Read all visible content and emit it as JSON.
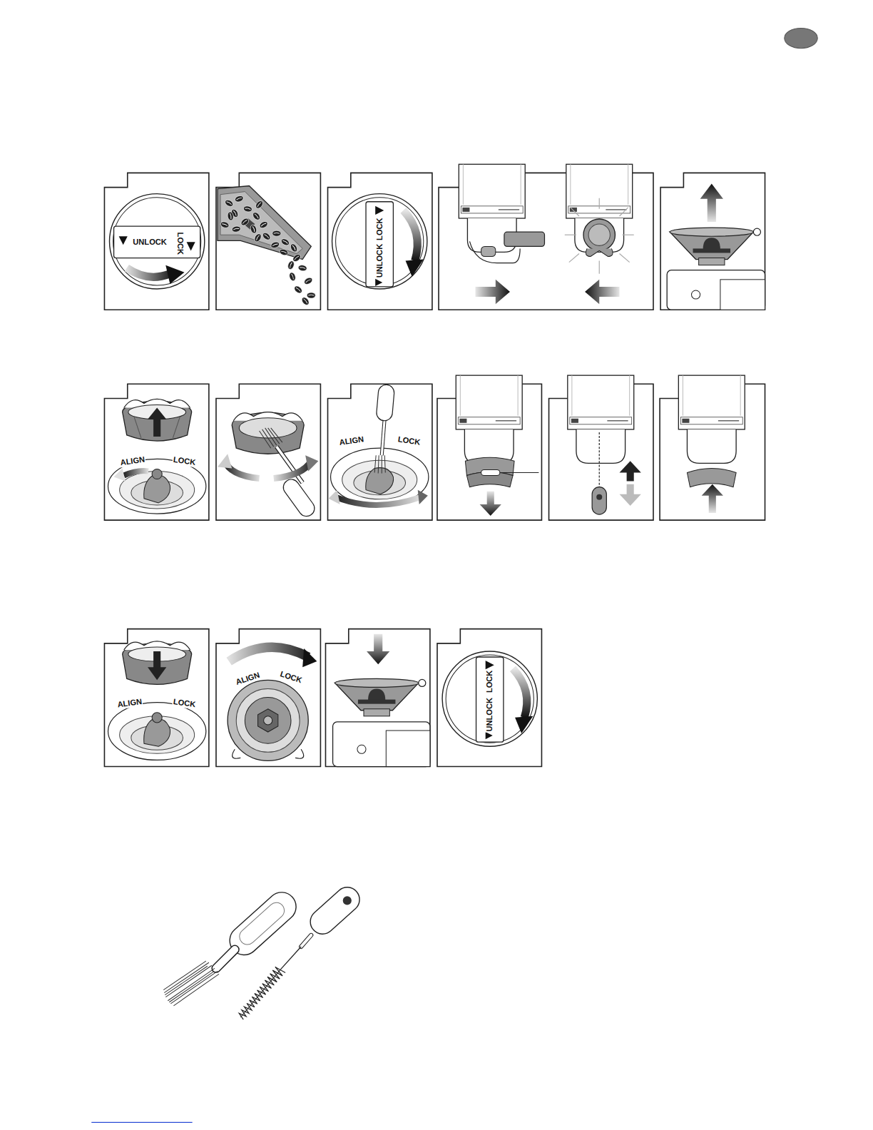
{
  "diagram": {
    "labels": [
      "UNLOCK",
      "LOCK",
      "LOCK",
      "UNLOCK",
      "ALIGN",
      "LOCK",
      "ALIGN",
      "LOCK",
      "ALIGN",
      "LOCK",
      "ALIGN",
      "LOCK",
      "LOCK",
      "UNLOCK"
    ]
  }
}
